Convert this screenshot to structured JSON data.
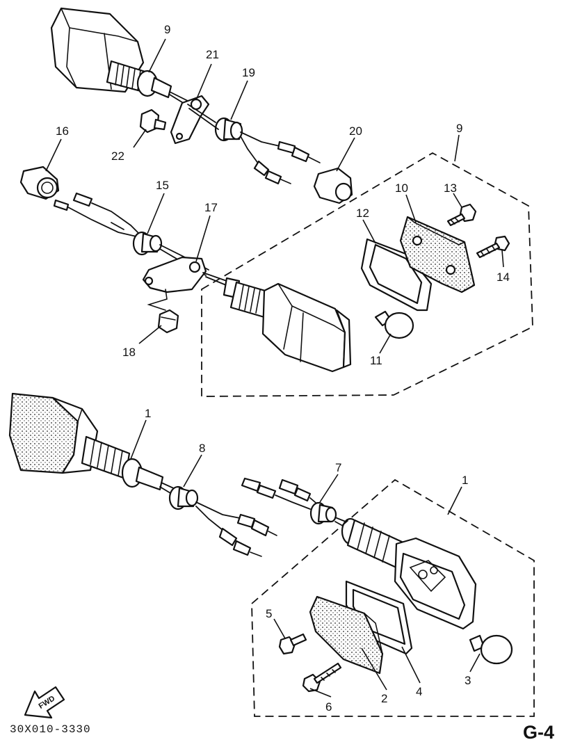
{
  "callouts": {
    "c1_upper": "1",
    "c1_lower": "1",
    "c2": "2",
    "c3": "3",
    "c4": "4",
    "c5": "5",
    "c6": "6",
    "c7": "7",
    "c8": "8",
    "c9_top": "9",
    "c9_right": "9",
    "c10": "10",
    "c11": "11",
    "c12": "12",
    "c13": "13",
    "c14": "14",
    "c15": "15",
    "c16": "16",
    "c17": "17",
    "c18": "18",
    "c19": "19",
    "c20": "20",
    "c21": "21",
    "c22": "22"
  },
  "fwd_label": "FWD",
  "footer": {
    "ref_code": "30X010-3330",
    "page_id": "G-4"
  },
  "icons": {
    "fwd_arrow": "fwd-arrow-icon"
  }
}
